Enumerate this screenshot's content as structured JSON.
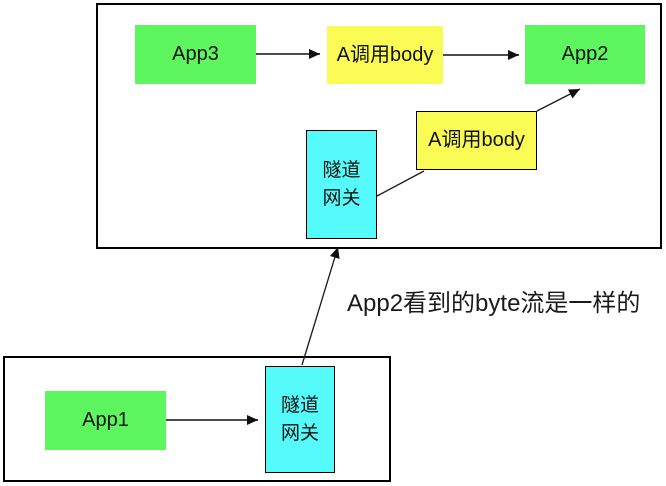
{
  "colors": {
    "node_green": "#5ef65e",
    "node_yellow": "#fbfb55",
    "node_cyan": "#55fbfb",
    "line_gray": "#4c4c4c",
    "line_black": "#1a1a1a"
  },
  "diagram": {
    "top_group": {
      "nodes": {
        "app3": {
          "label": "App3"
        },
        "call_body_1": {
          "label": "A调用body"
        },
        "app2": {
          "label": "App2"
        },
        "tunnel_gateway_top": {
          "label": "隧道\n网关"
        },
        "call_body_2": {
          "label": "A调用body"
        }
      }
    },
    "bottom_group": {
      "nodes": {
        "app1": {
          "label": "App1"
        },
        "tunnel_gateway_bottom": {
          "label": "隧道\n网关"
        }
      }
    },
    "annotation": "App2看到的byte流是一样的"
  }
}
